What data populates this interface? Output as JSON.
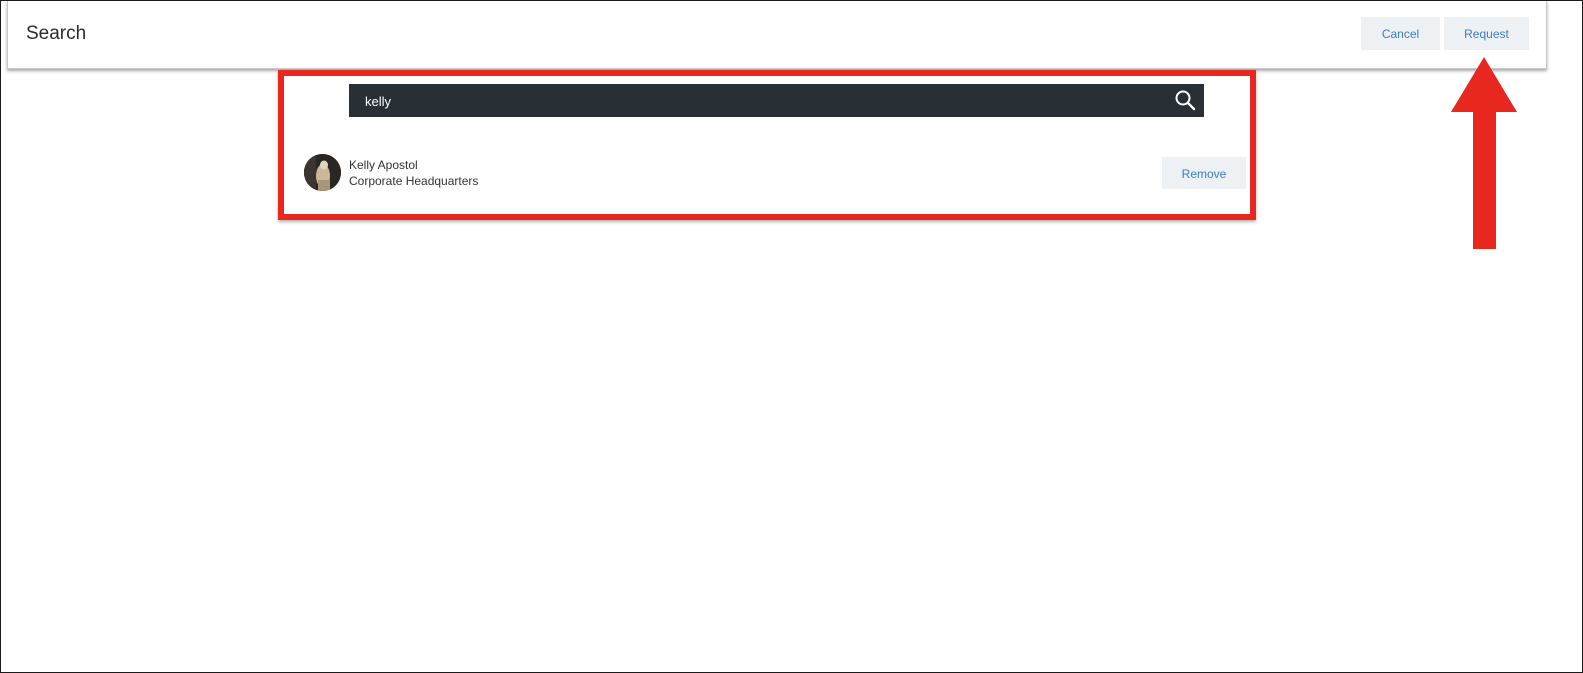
{
  "header": {
    "title": "Search",
    "cancel_label": "Cancel",
    "request_label": "Request"
  },
  "search": {
    "value": "kelly",
    "icon": "search-icon"
  },
  "results": [
    {
      "name": "Kelly Apostol",
      "location": "Corporate Headquarters",
      "remove_label": "Remove"
    }
  ],
  "colors": {
    "accent_link": "#3d7bc4",
    "button_bg": "#eef1f3",
    "search_bar_bg": "#283036",
    "annotation_red": "#e8281f"
  },
  "annotations": {
    "highlight": "red-rectangle",
    "pointer": "red-arrow-up"
  }
}
